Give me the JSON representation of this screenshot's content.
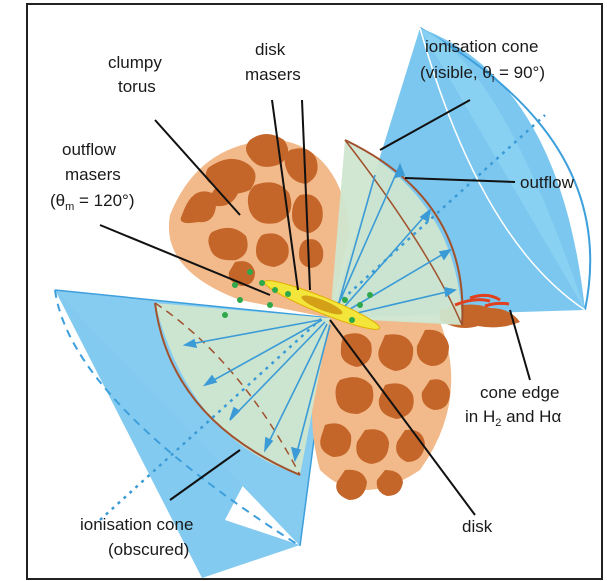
{
  "labels": {
    "clumpy_torus": [
      "clumpy",
      "torus"
    ],
    "disk_masers": [
      "disk",
      "masers"
    ],
    "ionisation_cone_visible": [
      "ionisation cone",
      "(visible, θ",
      "i",
      " = 90°)"
    ],
    "outflow": "outflow",
    "outflow_masers": [
      "outflow",
      "masers",
      "(θ",
      "m",
      " = 120°)"
    ],
    "cone_edge": [
      "cone edge",
      "in H",
      "2",
      " and Hα"
    ],
    "disk": "disk",
    "ionisation_cone_obscured": [
      "ionisation cone",
      "(obscured)"
    ]
  },
  "colors": {
    "cone_blue": "#7cc7ef",
    "cone_edge_blue": "#3d9fdb",
    "inner_cone": "#cfe6cf",
    "torus_clump": "#c4662a",
    "torus_gap": "#f2b98a",
    "disk_yellow": "#f4e53a",
    "maser_green": "#2ea84a",
    "h2_red": "#e0401e",
    "arrow_blue": "#3b9bd6",
    "frame": "#222222"
  }
}
